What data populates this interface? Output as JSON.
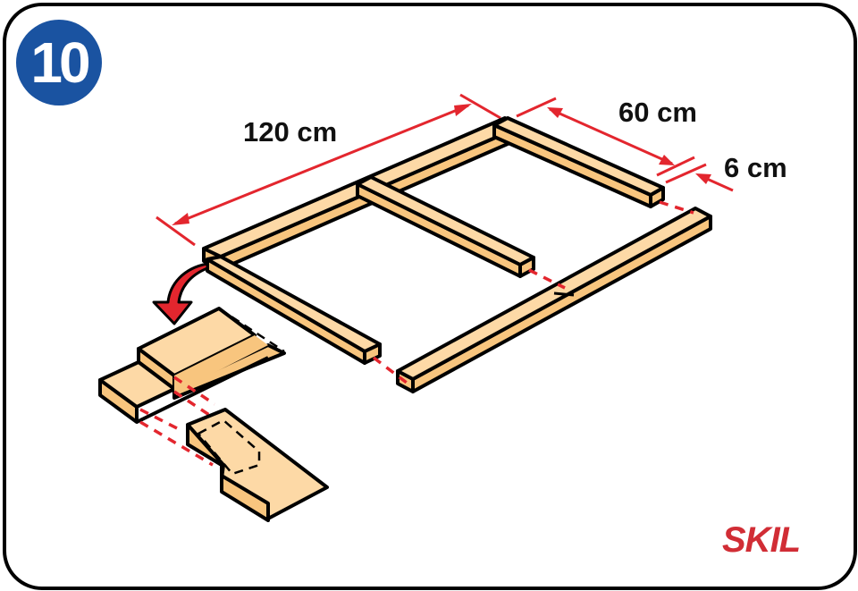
{
  "step_number": "10",
  "dimensions": {
    "length": "120 cm",
    "width": "60 cm",
    "beam_width": "6 cm"
  },
  "brand": "SKIL",
  "colors": {
    "badge": "#1a53a1",
    "accent_red": "#e3262e",
    "wood_light": "#fdd9a6",
    "wood_dark": "#f8c57e"
  }
}
